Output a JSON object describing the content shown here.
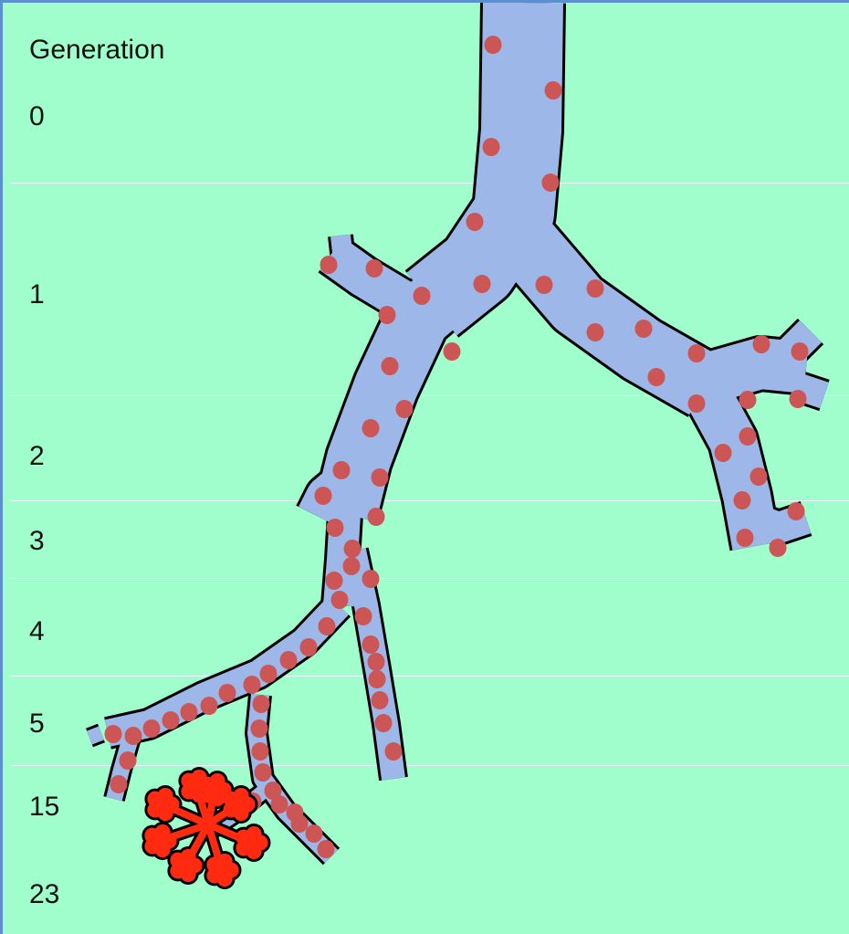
{
  "heading": "Generation",
  "generations": [
    "0",
    "1",
    "2",
    "3",
    "4",
    "5",
    "15",
    "23"
  ],
  "colors": {
    "background": "#a0fecc",
    "airway_fill": "#9db8e8",
    "airway_outline": "#000000",
    "particle": "#cc5555",
    "alveoli": "#ff2a10",
    "divider": "#eaf3ff",
    "frame": "#5b8fd0"
  },
  "icons": {
    "airway": "bronchial-tree-icon",
    "alveoli": "alveolar-sac-icon",
    "particle": "deposited-particle-icon"
  }
}
